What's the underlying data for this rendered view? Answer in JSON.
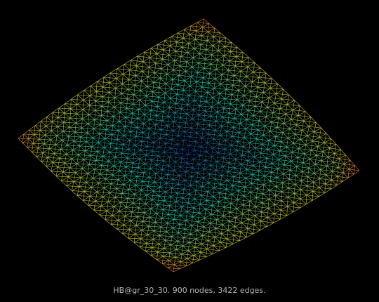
{
  "caption": "HB@gr_30_30. 900 nodes, 3422 edges.",
  "graph": {
    "name": "HB@gr_30_30",
    "grid_size": 30,
    "nodes": 900,
    "edges": 3422
  },
  "colors": {
    "background": "#000000",
    "caption": "#b4b4b4",
    "edge_center": "#1a3a8a",
    "edge_mid": "#20c0a0",
    "edge_outer": "#c8c020",
    "edge_corner": "#e07020"
  }
}
